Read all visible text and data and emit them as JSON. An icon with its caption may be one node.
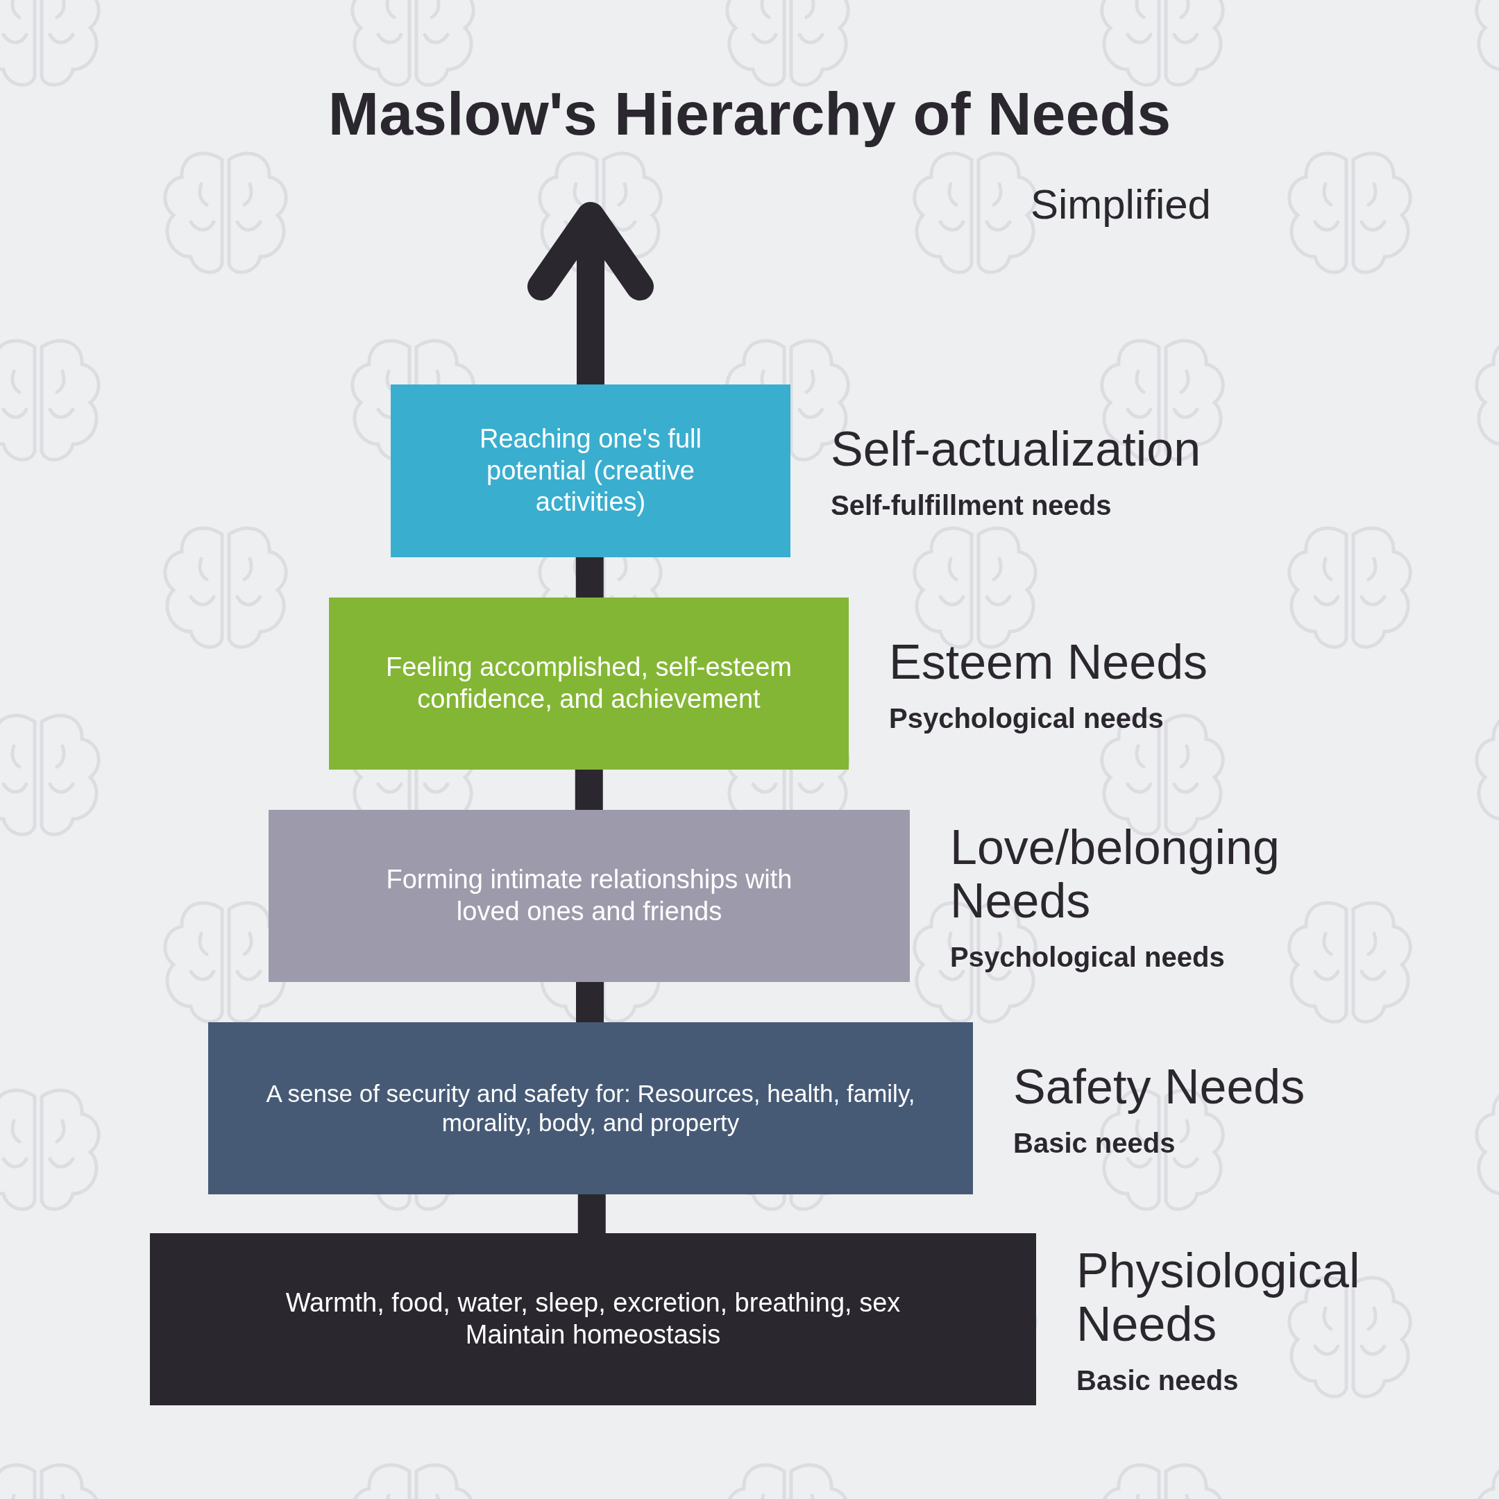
{
  "diagram": {
    "title": "Maslow's Hierarchy of Needs",
    "nodes": [
      {
        "text": [
          "Reaching one's full potential (creative activities)"
        ],
        "beside": [
          "Self-actualization",
          "Self-fulfillment needs"
        ]
      },
      {
        "text": [
          "Feeling accomplished,  self-esteem confidence, and achievement"
        ],
        "beside": [
          "Esteem Needs",
          "Psychological needs"
        ]
      },
      {
        "text": [
          "Forming intimate relationships with loved ones and friends"
        ],
        "beside": [
          "Love/belonging Needs",
          "Psychological needs"
        ]
      },
      {
        "text": [
          "A sense of security and safety for: Resources, health, family, morality, body, and property"
        ],
        "beside": [
          "Safety Needs",
          "Basic needs"
        ]
      },
      {
        "text": [
          "Warmth, food, water, sleep, excretion, breathing, sex Maintain homeostasis"
        ],
        "beside": [
          "Physiological Needs",
          "Basic needs"
        ]
      }
    ],
    "edges": [
      {
        "from": 4,
        "to": 3,
        "arrow": "none"
      },
      {
        "from": 3,
        "to": 2,
        "arrow": "none"
      },
      {
        "from": 2,
        "to": 1,
        "arrow": "none"
      },
      {
        "from": 1,
        "to": 0,
        "arrow": "none"
      },
      {
        "from": 0,
        "to": null,
        "arrow": "to"
      }
    ],
    "labels": [
      "Simplified"
    ]
  }
}
